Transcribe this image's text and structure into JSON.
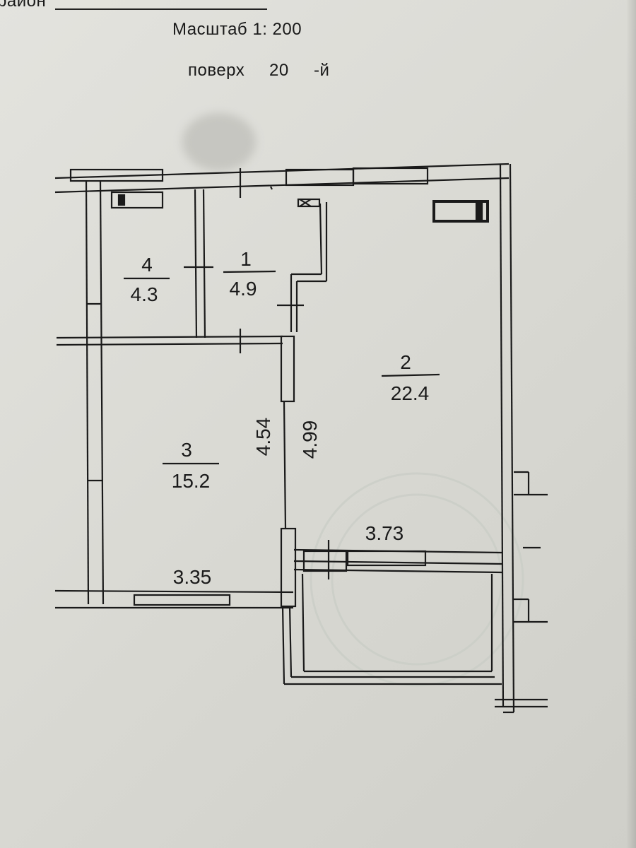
{
  "header": {
    "district_label": "район",
    "scale": "Масштаб 1: 200",
    "floor_label": "поверх",
    "floor_number": "20",
    "floor_suffix": "-й"
  },
  "rooms": [
    {
      "number": "1",
      "area": "4.9"
    },
    {
      "number": "2",
      "area": "22.4"
    },
    {
      "number": "3",
      "area": "15.2"
    },
    {
      "number": "4",
      "area": "4.3"
    }
  ],
  "dimensions": {
    "room3_width": "3.35",
    "room3_depth": "4.54",
    "room2_depth": "4.99",
    "room2_width": "3.73"
  },
  "colors": {
    "paper": "#dcdcd6",
    "ink": "#1a1a1a"
  }
}
